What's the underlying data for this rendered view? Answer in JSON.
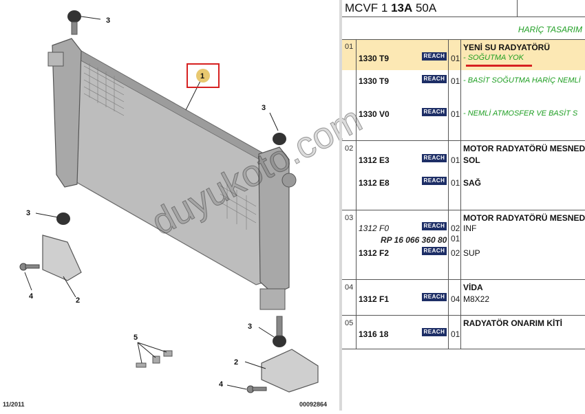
{
  "diagram": {
    "callouts": [
      "1",
      "2",
      "2",
      "3",
      "3",
      "3",
      "3",
      "4",
      "4",
      "5"
    ],
    "footer_left": "11/2011",
    "footer_right": "00092864",
    "watermark": "duyukoto.com"
  },
  "table": {
    "header": {
      "prefix": "MCVF 1 ",
      "bold": "13A",
      "suffix": " 50A"
    },
    "subheader": "HARİÇ TASARIM",
    "badge": "REACH",
    "groups": [
      {
        "num": "01",
        "title": "YENİ SU RADYATÖRÜ",
        "rows": [
          {
            "code": "1330 T9",
            "qty": "01",
            "desc": "- SOĞUTMA YOK"
          },
          {
            "code": "1330 T9",
            "qty": "01",
            "desc": "- BASİT SOĞUTMA HARİÇ NEMLİ"
          },
          {
            "code": "1330 V0",
            "qty": "01",
            "desc": "- NEMLİ ATMOSFER VE BASİT S"
          }
        ]
      },
      {
        "num": "02",
        "title": "MOTOR RADYATÖRÜ MESNEDİ",
        "rows": [
          {
            "code": "1312 E3",
            "qty": "01",
            "desc": "SOL"
          },
          {
            "code": "1312 E8",
            "qty": "01",
            "desc": "SAĞ"
          }
        ]
      },
      {
        "num": "03",
        "title": "MOTOR RADYATÖRÜ MESNEDİ",
        "rows": [
          {
            "code": "1312 F0",
            "qty": "02",
            "desc": "INF"
          },
          {
            "code": "1312 F2",
            "qty": "02",
            "desc": "SUP"
          }
        ],
        "ref": "RP 16 066 360 80",
        "ref_qty": "01"
      },
      {
        "num": "04",
        "title": "VİDA",
        "subtitle": "M8X22",
        "rows": [
          {
            "code": "1312 F1",
            "qty": "04"
          }
        ]
      },
      {
        "num": "05",
        "title": "RADYATÖR ONARIM KİTİ",
        "rows": [
          {
            "code": "1316 18",
            "qty": "01"
          }
        ]
      }
    ]
  },
  "colors": {
    "highlight": "#fce8b4",
    "green_note": "#1e9e22",
    "badge": "#1d2e66",
    "callout_box": "#d62020",
    "callout_circle": "#e8c870"
  }
}
